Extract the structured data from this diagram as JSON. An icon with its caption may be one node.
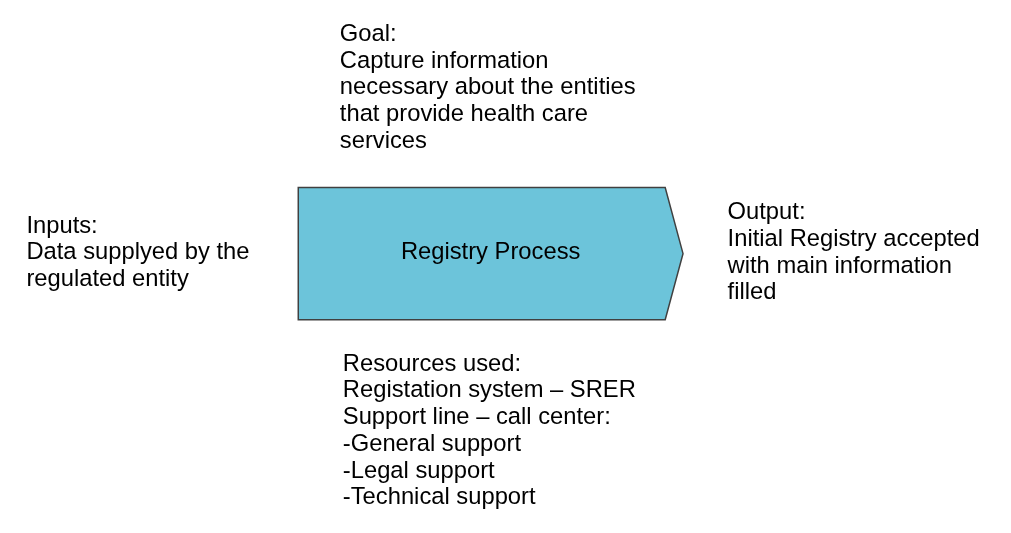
{
  "diagram": {
    "nodes": [
      {
        "text": [
          "Registry Process"
        ]
      }
    ],
    "edges": [],
    "labels": [
      "Goal:",
      "Capture information necessary about the entities that provide health care services",
      "Inputs:",
      "Data supplyed by the regulated entity",
      "Output:",
      "Initial Registry accepted with main information filled",
      "Resources used:",
      "Registation system – SRER",
      "Support line – call center:",
      "-General support",
      "-Legal support",
      "-Technical support"
    ]
  }
}
